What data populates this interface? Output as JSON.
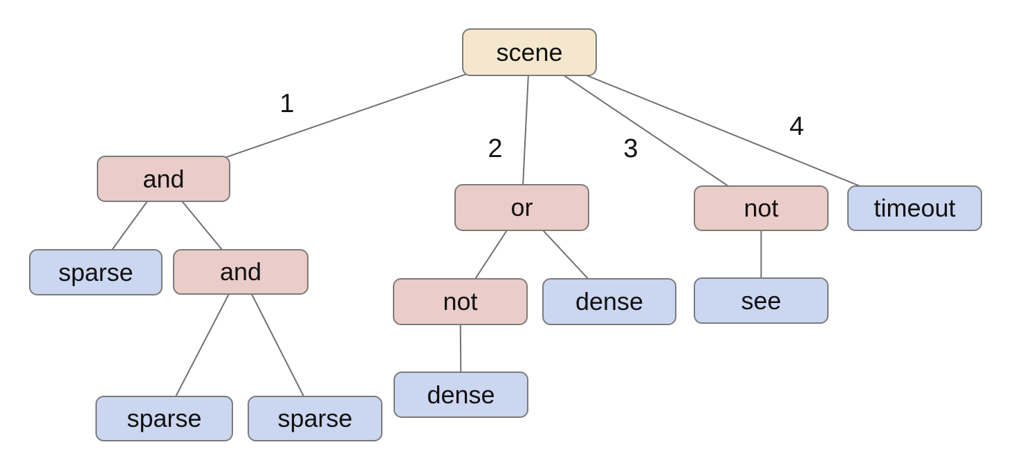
{
  "diagram": {
    "background": "#ffffff",
    "colors": {
      "root_fill": "#f5e7ce",
      "operator_fill": "#eaccc8",
      "leaf_fill": "#cbd6f0",
      "node_border": "#7a7a7a",
      "edge_line": "#707070",
      "text": "#111111"
    },
    "nodes": {
      "scene": {
        "label": "scene",
        "role": "root"
      },
      "and1": {
        "label": "and",
        "role": "operator"
      },
      "or1": {
        "label": "or",
        "role": "operator"
      },
      "not_scene": {
        "label": "not",
        "role": "operator"
      },
      "timeout": {
        "label": "timeout",
        "role": "leaf"
      },
      "sparse_a": {
        "label": "sparse",
        "role": "leaf"
      },
      "and2": {
        "label": "and",
        "role": "operator"
      },
      "not_or": {
        "label": "not",
        "role": "operator"
      },
      "dense_or": {
        "label": "dense",
        "role": "leaf"
      },
      "see": {
        "label": "see",
        "role": "leaf"
      },
      "dense_not": {
        "label": "dense",
        "role": "leaf"
      },
      "sparse_b": {
        "label": "sparse",
        "role": "leaf"
      },
      "sparse_c": {
        "label": "sparse",
        "role": "leaf"
      }
    },
    "edge_labels": {
      "branch1": "1",
      "branch2": "2",
      "branch3": "3",
      "branch4": "4"
    },
    "tree": {
      "label": "scene",
      "children": [
        {
          "edge": "1",
          "label": "and",
          "children": [
            {
              "label": "sparse"
            },
            {
              "label": "and",
              "children": [
                {
                  "label": "sparse"
                },
                {
                  "label": "sparse"
                }
              ]
            }
          ]
        },
        {
          "edge": "2",
          "label": "or",
          "children": [
            {
              "label": "not",
              "children": [
                {
                  "label": "dense"
                }
              ]
            },
            {
              "label": "dense"
            }
          ]
        },
        {
          "edge": "3",
          "label": "not",
          "children": [
            {
              "label": "see"
            }
          ]
        },
        {
          "edge": "4",
          "label": "timeout"
        }
      ]
    }
  }
}
